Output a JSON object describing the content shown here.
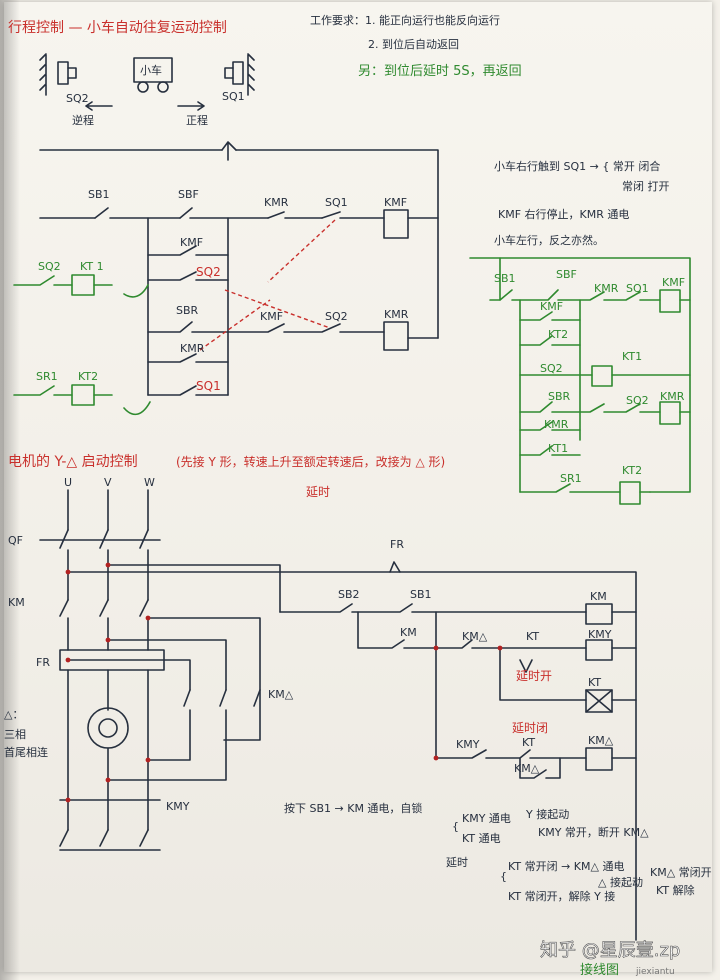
{
  "travel": {
    "title": "行程控制 — 小车自动往复运动控制",
    "req1": "工作要求：1. 能正向运行也能反向运行",
    "req2": "2. 到位后自动返回",
    "req3": "另：到位后延时 5S，再返回",
    "cart": "小车",
    "sq2": "SQ2",
    "sq1": "SQ1",
    "reverse": "逆程",
    "forward": "正程"
  },
  "ladder1": {
    "sb1": "SB1",
    "sbf": "SBF",
    "kmf": "KMF",
    "kmr": "KMR",
    "sbr": "SBR",
    "sq1": "SQ1",
    "sq2": "SQ2",
    "kt1": "KT 1",
    "kt2": "KT2"
  },
  "notes": {
    "line1": "小车右行触到 SQ1 → { 常开 闭合",
    "line2": "常闭 打开",
    "line3": "KMF 右行停止，KMR 通电",
    "line4": "小车左行，反之亦然。"
  },
  "ladder2": {
    "sb1": "SB1",
    "sbf": "SBF",
    "kmr": "KMR",
    "sq1": "SQ1",
    "kmf": "KMF",
    "kt2": "KT2",
    "kt1": "KT1",
    "sq2": "SQ2",
    "sbr": "SBR",
    "sr1": "SR1"
  },
  "motor": {
    "title": "电机的 Y-△ 启动控制",
    "subtitle": "(先接 Y 形，转速上升至额定转速后，改接为 △ 形)",
    "delay": "延时",
    "u": "U",
    "v": "V",
    "w": "W",
    "qf": "QF",
    "km": "KM",
    "fr": "FR",
    "kmd": "KM△",
    "kmy": "KMY",
    "delta_note1": "△：",
    "delta_note2": "三相",
    "delta_note3": "首尾相连"
  },
  "control": {
    "fr": "FR",
    "sb2": "SB2",
    "sb1": "SB1",
    "km": "KM",
    "kmd": "KM△",
    "kt": "KT",
    "kmy": "KMY",
    "delay_open": "延时开",
    "delay_close": "延时闭"
  },
  "sequence": {
    "press": "按下 SB1 → KM 通电，自锁",
    "kmy_on": "KMY 通电",
    "y_start": "Y 接起动",
    "kmy_nc": "KMY 常开，断开 KM△",
    "kt_on": "KT 通电",
    "delay": "延时",
    "kt_no": "KT 常开闭 → KM△ 通电",
    "delta_start": "△ 接起动",
    "km_hold": "KM△ 常闭开",
    "kt_release": "KT 解除",
    "kt_nc": "KT 常闭开，解除 Y 接"
  },
  "watermark": {
    "brand": "知乎 @星辰壹.zp",
    "site_cn": "接线图",
    "site": "jiexiantu"
  }
}
